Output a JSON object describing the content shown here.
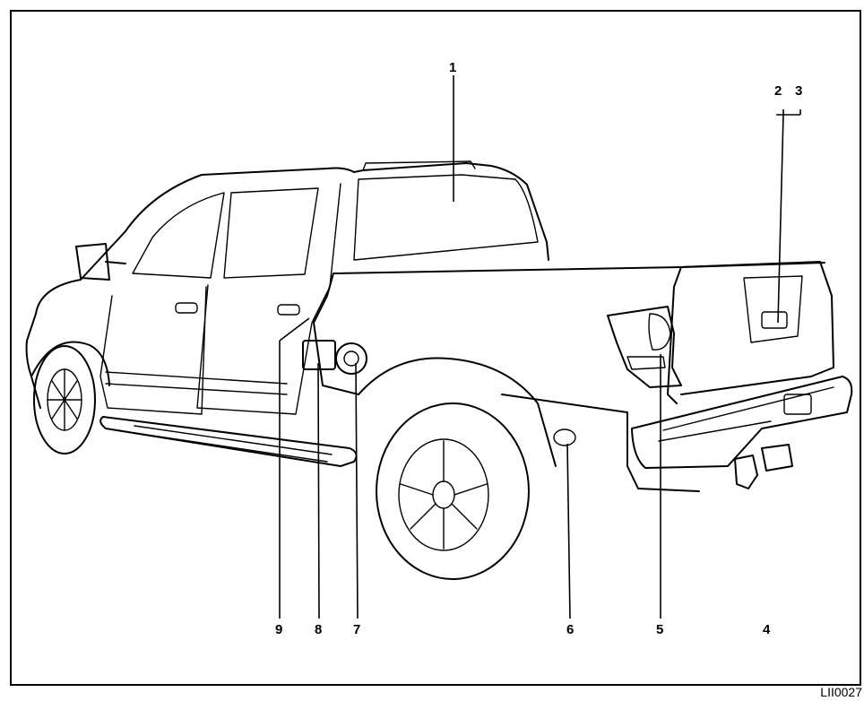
{
  "callouts": [
    {
      "id": "1",
      "label": "1"
    },
    {
      "id": "2",
      "label": "2"
    },
    {
      "id": "3",
      "label": "3"
    },
    {
      "id": "4",
      "label": "4"
    },
    {
      "id": "5",
      "label": "5"
    },
    {
      "id": "6",
      "label": "6"
    },
    {
      "id": "7",
      "label": "7"
    },
    {
      "id": "8",
      "label": "8"
    },
    {
      "id": "9",
      "label": "9"
    }
  ],
  "figure_code": "LII0027"
}
